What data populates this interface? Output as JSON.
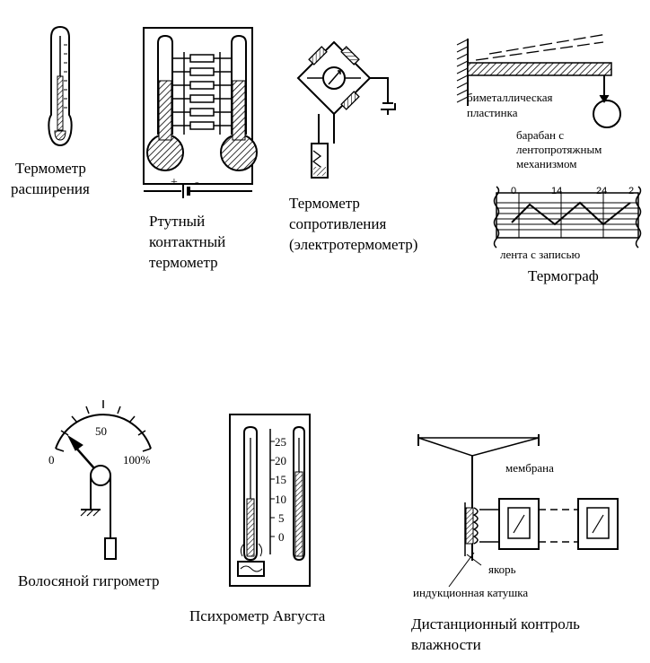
{
  "top": {
    "expansion": {
      "line1": "Термометр",
      "line2": "расширения"
    },
    "mercury": {
      "line1": "Ртутный",
      "line2": "контактный",
      "line3": "термометр",
      "plus": "+",
      "minus": "-"
    },
    "resistance": {
      "line1": "Термометр",
      "line2": "сопротивления",
      "line3": "(электротермометр)"
    },
    "thermograph": {
      "bimetal1": "биметаллическая",
      "bimetal2": "пластинка",
      "drum1": "барабан с",
      "drum2": "лентопротяжным",
      "drum3": "механизмом",
      "tape": "лента с записью",
      "title": "Термограф",
      "hours": [
        "0",
        "14",
        "24",
        "2"
      ]
    }
  },
  "bottom": {
    "hygrometer": {
      "title": "Волосяной гигрометр",
      "s0": "0",
      "s50": "50",
      "s100": "100%"
    },
    "psychrometer": {
      "title": "Психрометр Августа",
      "scale": [
        "25",
        "20",
        "15",
        "10",
        "5",
        "0"
      ]
    },
    "remote": {
      "membrane": "мембрана",
      "anchor": "якорь",
      "coil": "индукционная катушка",
      "title1": "Дистанционный контроль",
      "title2": "влажности"
    }
  }
}
